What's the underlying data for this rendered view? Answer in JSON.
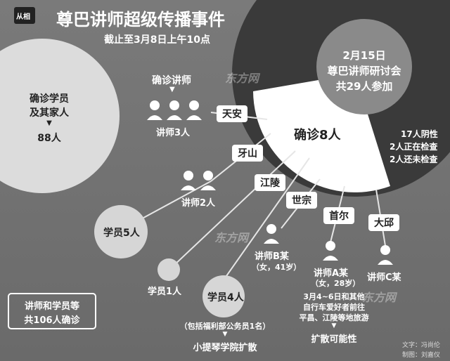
{
  "header": {
    "logo": "从相",
    "title": "尊巴讲师超级传播事件",
    "subtitle": "截止至3月8日上午10点"
  },
  "seminar": {
    "date": "2月15日",
    "name": "尊巴讲师研讨会",
    "count": "共29人参加"
  },
  "confirmed": {
    "label": "确诊8人"
  },
  "others": {
    "negative": "17人阴性",
    "checking": "2人正在检查",
    "pending": "2人还未检查"
  },
  "students_big": {
    "line1": "确诊学员",
    "line2": "及其家人",
    "arrow": "▼",
    "count": "88人"
  },
  "cities": {
    "tianan": "天安",
    "yashan": "牙山",
    "jiangling": "江陵",
    "shizong": "世宗",
    "shouer": "首尔",
    "daqiu": "大邱"
  },
  "instructors": {
    "top_title": "确诊讲师",
    "top_arrow": "▼",
    "three": "讲师3人",
    "two": "讲师2人",
    "b_name": "讲师B某",
    "b_info": "（女，41岁）",
    "a_name": "讲师A某",
    "a_info": "（女，28岁）",
    "c_name": "讲师C某"
  },
  "students": {
    "five": "学员5人",
    "one": "学员1人",
    "four": "学员4人"
  },
  "notes": {
    "four_detail": "（包括福利部公务员1名）",
    "four_arrow": "▼",
    "piano": "小提琴学院扩散",
    "trip_line1": "3月4~6日和其他",
    "trip_line2": "自行车爱好者前往",
    "trip_line3": "平昌、江陵等地旅游",
    "trip_arrow": "▼",
    "spread": "扩散可能性"
  },
  "total": {
    "line1": "讲师和学员等",
    "line2": "共106人确诊"
  },
  "watermarks": [
    "东方网",
    "东方网",
    "东方网"
  ],
  "credits": {
    "text": "文字：冯尚伦",
    "edit": "制图：刘嘉仪"
  }
}
